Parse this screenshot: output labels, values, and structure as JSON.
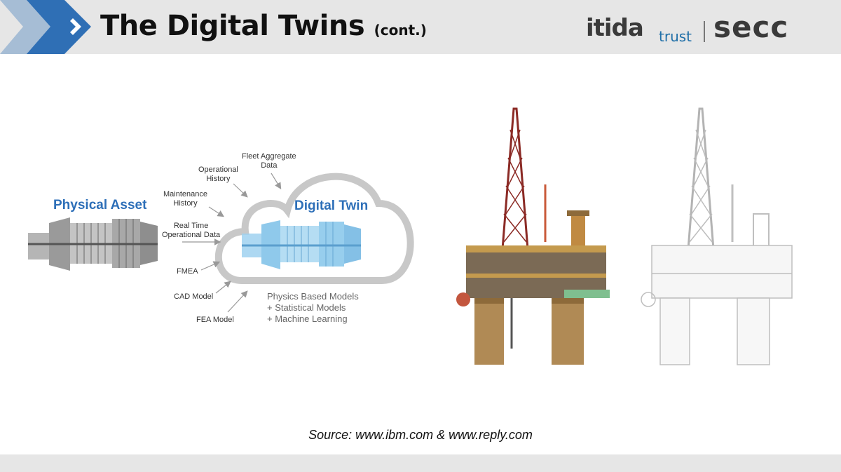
{
  "header": {
    "title": "The Digital Twins",
    "title_suffix": "(cont.)",
    "logo_itida": "itida",
    "logo_trust": "trust",
    "logo_secc": "secc"
  },
  "diagram": {
    "physical_asset": "Physical Asset",
    "digital_twin": "Digital Twin",
    "inputs": {
      "fleet_aggregate_data": [
        "Fleet Aggregate",
        "Data"
      ],
      "operational_history": [
        "Operational",
        "History"
      ],
      "maintenance_history": [
        "Maintenance",
        "History"
      ],
      "real_time_operational_data": [
        "Real Time",
        "Operational Data"
      ],
      "fmea": "FMEA",
      "cad_model": "CAD Model",
      "fea_model": "FEA Model"
    },
    "models": [
      "Physics Based Models",
      "+ Statistical Models",
      "+ Machine Learning"
    ]
  },
  "footer": {
    "source": "Source: www.ibm.com & www.reply.com"
  },
  "colors": {
    "header_band": "#e6e6e6",
    "accent_blue": "#2d6fb8",
    "twin_blue": "#7cc0e8"
  }
}
